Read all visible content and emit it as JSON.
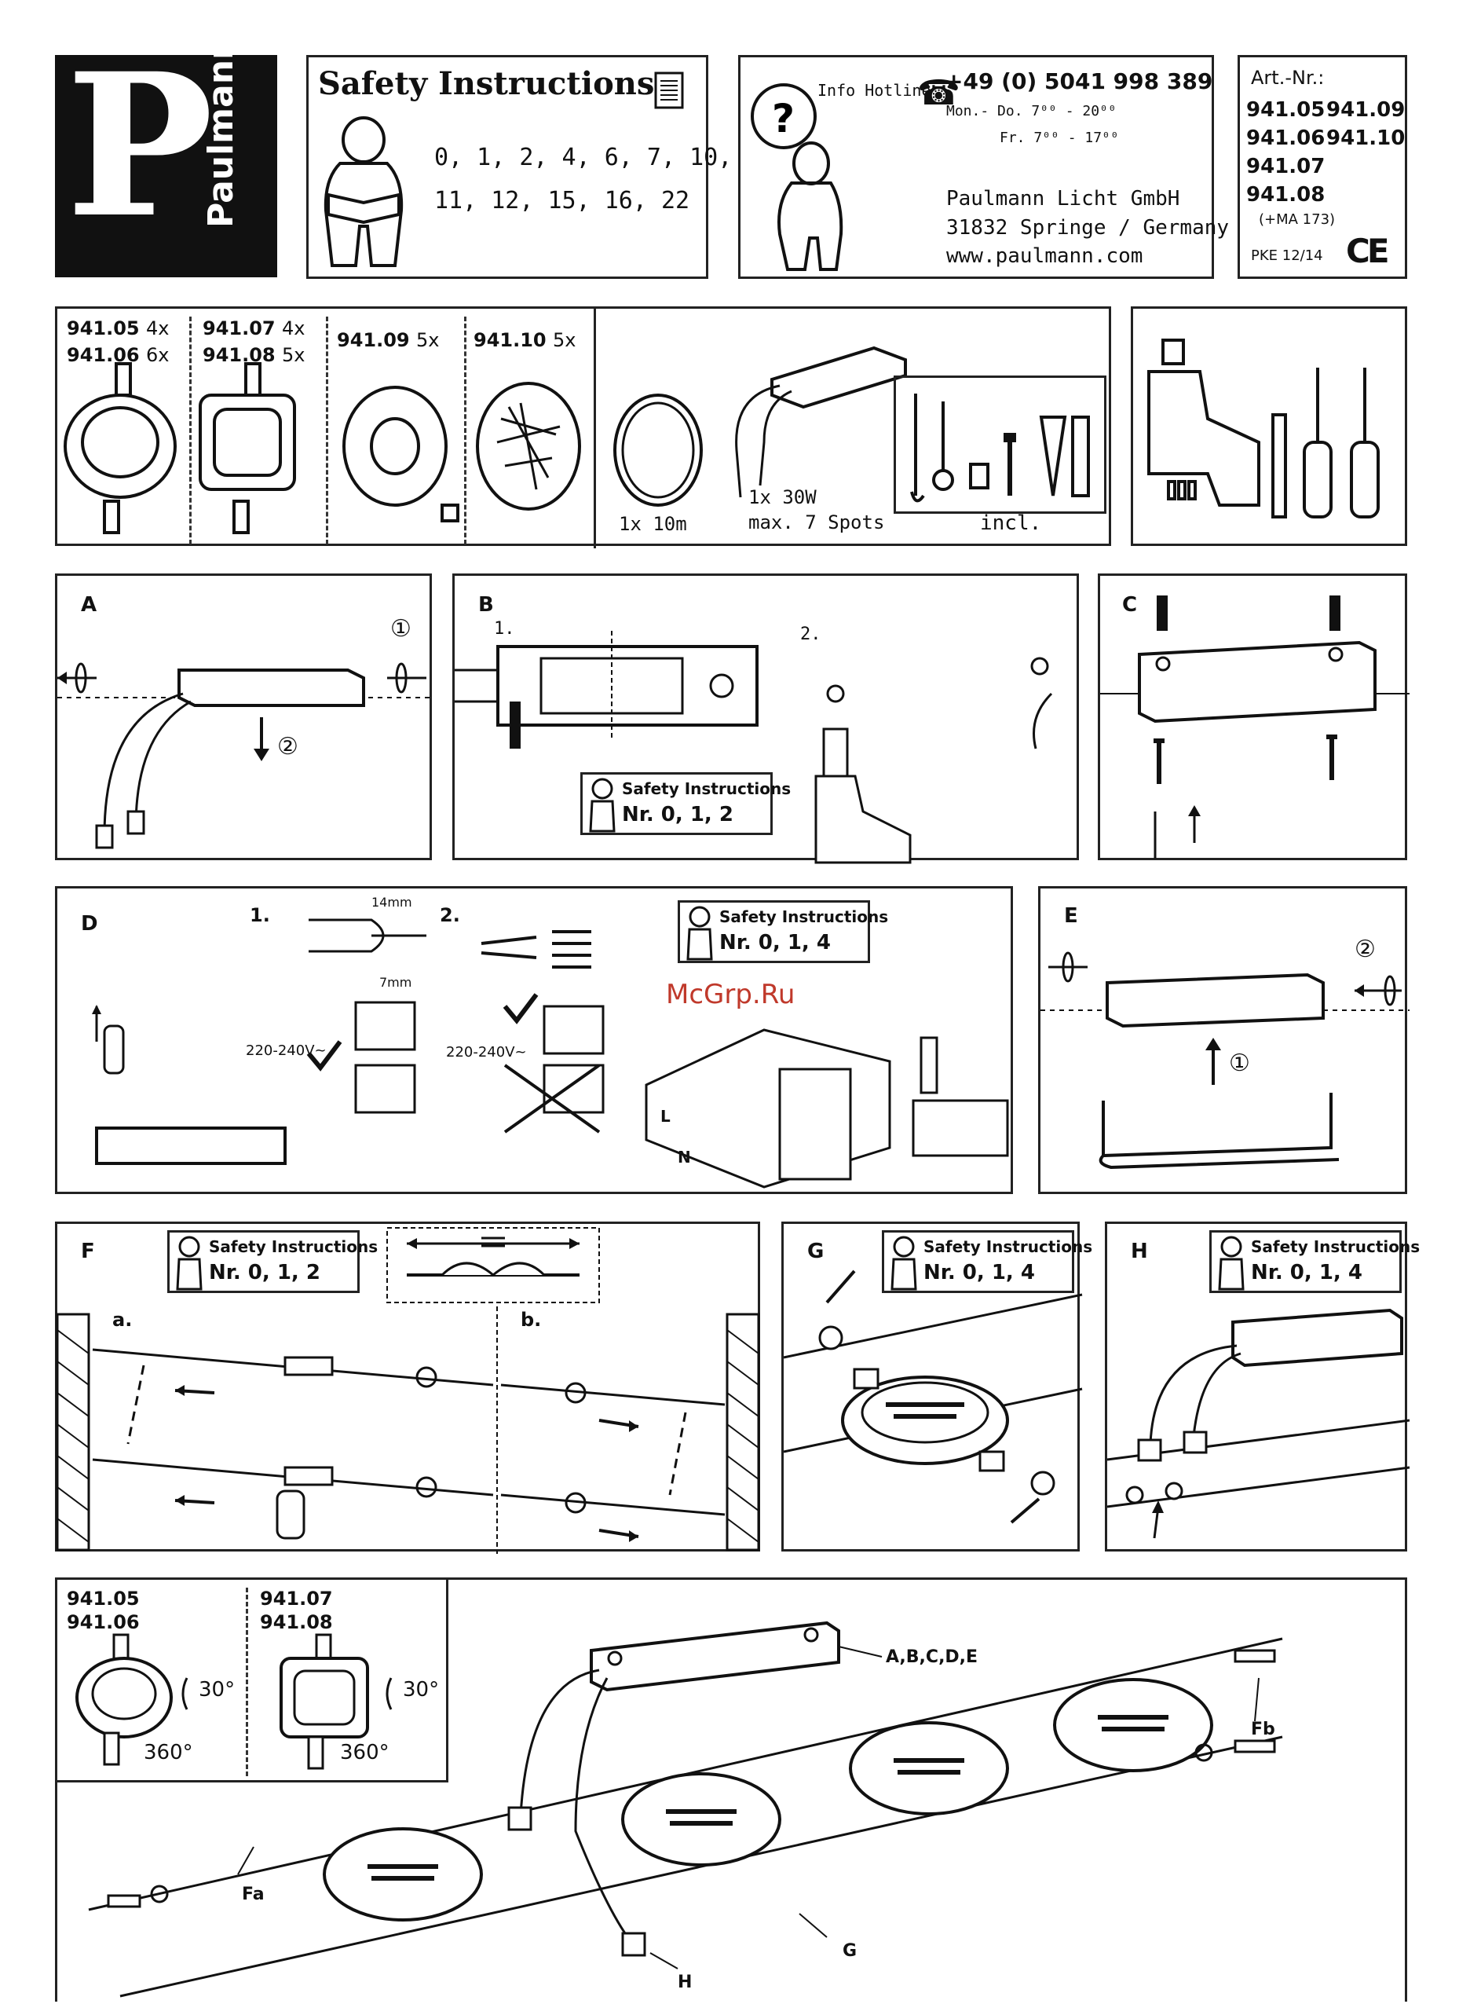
{
  "header": {
    "logo_letter": "P",
    "logo_word": "Paulmann",
    "safety_title": "Safety Instructions",
    "safety_numbers_line1": "0, 1, 2, 4, 6, 7, 10,",
    "safety_numbers_line2": "11, 12, 15, 16, 22",
    "hotline_label": "Info Hotline",
    "hotline_number": "+49 (0) 5041 998 389",
    "hours_weekdays": "Mon.- Do. 7⁰⁰ - 20⁰⁰",
    "hours_friday": "Fr.  7⁰⁰ - 17⁰⁰",
    "company": "Paulmann Licht GmbH",
    "address": "31832 Springe / Germany",
    "website": "www.paulmann.com",
    "art_label": "Art.-Nr.:",
    "art_numbers": [
      "941.05",
      "941.09",
      "941.06",
      "941.10",
      "941.07",
      "941.08"
    ],
    "ma": "(+MA 173)",
    "pke": "PKE 12/14",
    "ce": "CE"
  },
  "contents": {
    "sets": [
      {
        "l1": "941.05",
        "q1": "4x",
        "l2": "941.06",
        "q2": "6x"
      },
      {
        "l1": "941.07",
        "q1": "4x",
        "l2": "941.08",
        "q2": "5x"
      },
      {
        "l1": "941.09",
        "q1": "5x"
      },
      {
        "l1": "941.10",
        "q1": "5x"
      }
    ],
    "cable": "1x 10m",
    "transformer_l1": "1x 30W",
    "transformer_l2": "max. 7 Spots",
    "incl": "incl."
  },
  "steps": {
    "A": "A",
    "A_c1": "①",
    "A_c2": "②",
    "B": "B",
    "B_1": "1.",
    "B_2": "2.",
    "C": "C",
    "D": "D",
    "D_1": "1.",
    "D_2": "2.",
    "D_14mm": "14mm",
    "D_7mm": "7mm",
    "D_volt1": "220-240V~",
    "D_volt2": "220-240V~",
    "D_L": "L",
    "D_N": "N",
    "E": "E",
    "E_c1": "①",
    "E_c2": "②",
    "F": "F",
    "F_a": "a.",
    "F_b": "b.",
    "G": "G",
    "H": "H"
  },
  "safety_tags": {
    "title": "Safety Instructions",
    "B": "Nr. 0, 1, 2",
    "D": "Nr. 0, 1, 4",
    "F": "Nr. 0, 1, 2",
    "G": "Nr. 0, 1, 4",
    "H": "Nr. 0, 1, 4"
  },
  "overview": {
    "m1a": "941.05",
    "m1b": "941.06",
    "m2a": "941.07",
    "m2b": "941.08",
    "tilt": "30°",
    "rot": "360°",
    "ref_abcde": "A,B,C,D,E",
    "ref_fb": "Fb",
    "ref_fa": "Fa",
    "ref_g": "G",
    "ref_h": "H"
  },
  "watermark": "McGrp.Ru"
}
